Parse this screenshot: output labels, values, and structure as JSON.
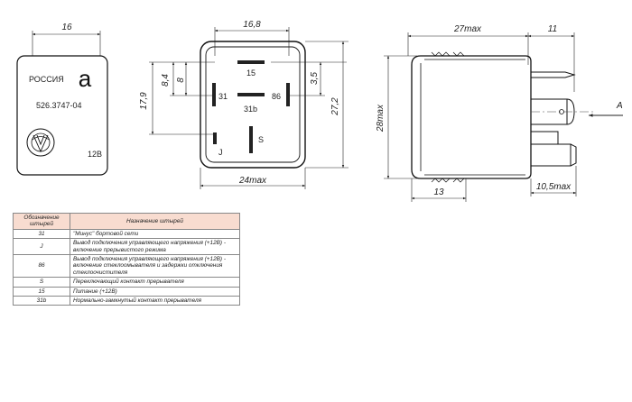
{
  "front_view": {
    "country": "РОССИЯ",
    "part_number": "526.3747-04",
    "logo_letter": "а",
    "voltage": "12В",
    "width_dim": "16"
  },
  "pin_view": {
    "top_dim": "16,8",
    "bottom_dim": "24max",
    "right_dim": "27,2",
    "left_dim": "17,9",
    "dim_8_4": "8,4",
    "dim_8": "8",
    "dim_3_5": "3,5",
    "pin_15": "15",
    "pin_31": "31",
    "pin_86": "86",
    "pin_31b": "31b",
    "pin_s": "S",
    "pin_j": "J"
  },
  "side_view": {
    "length_dim": "27max",
    "pin_len_dim": "11",
    "height_dim": "28max",
    "bottom_dim": "13",
    "pin_bottom_dim": "10,5max",
    "arrow_label": "А"
  },
  "table": {
    "header_pin": "Обозначение штырей",
    "header_purpose": "Назначение штырей",
    "rows": [
      {
        "pin": "31",
        "purpose": "\"Минус\" бортовой сети"
      },
      {
        "pin": "J",
        "purpose": "Вывод подключения управляющего напряжения (+12В) - включение прерывистого режима"
      },
      {
        "pin": "86",
        "purpose": "Вывод подключения управляющего напряжения (+12В) - включение стеклоомывателя и задержки отключения стеклоочистителя"
      },
      {
        "pin": "S",
        "purpose": "Переключающий контакт прерывателя"
      },
      {
        "pin": "15",
        "purpose": "Питание (+12В)"
      },
      {
        "pin": "31b",
        "purpose": "Нормально-замкнутый контакт прерывателя"
      }
    ]
  }
}
